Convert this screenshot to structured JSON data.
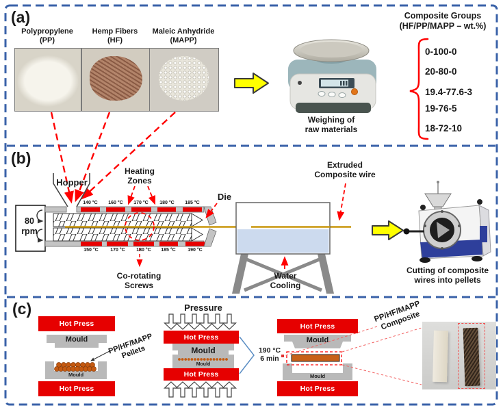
{
  "figure": {
    "panel_a": {
      "label": "(a)",
      "materials": [
        {
          "title": "Polypropylene\n(PP)"
        },
        {
          "title": "Hemp Fibers\n(HF)"
        },
        {
          "title": "Maleic Anhydride\n(MAPP)"
        }
      ],
      "weighing_caption": "Weighing of\nraw materials",
      "groups_title": "Composite Groups\n(HF/PP/MAPP – wt.%)",
      "groups": [
        "0-100-0",
        "20-80-0",
        "19.4-77.6-3",
        "19-76-5",
        "18-72-10"
      ]
    },
    "panel_b": {
      "label": "(b)",
      "hopper": "Hopper",
      "rpm": "80\nrpm",
      "heating_zones": "Heating\nZones",
      "top_temps": [
        "140 °C",
        "160 °C",
        "170 °C",
        "180 °C",
        "185 °C"
      ],
      "bottom_temps": [
        "150 °C",
        "170 °C",
        "180 °C",
        "185 °C",
        "190 °C"
      ],
      "die": "Die",
      "co_rotating": "Co-rotating\nScrews",
      "extruded_wire": "Extruded\nComposite wire",
      "water_cooling": "Water\nCooling",
      "cutting_caption": "Cutting of composite\nwires into pellets"
    },
    "panel_c": {
      "label": "(c)",
      "pressure": "Pressure",
      "hot_press": "Hot Press",
      "mould": "Mould",
      "pellets_label": "PP/HF/MAPP\nPellets",
      "process_conditions": "190 °C\n6 min",
      "composite_label": "PP/HF/MAPP\nComposite"
    },
    "colors": {
      "border_blue": "#3a62a8",
      "arrow_red": "#ff0000",
      "hot_press_red": "#e60000",
      "mould_grey": "#b9b9b9",
      "highlight_yellow": "#ffff00",
      "wire_gold": "#c8960c",
      "water_blue": "#ccdaee",
      "pellet_orange": "#c55a11"
    }
  }
}
